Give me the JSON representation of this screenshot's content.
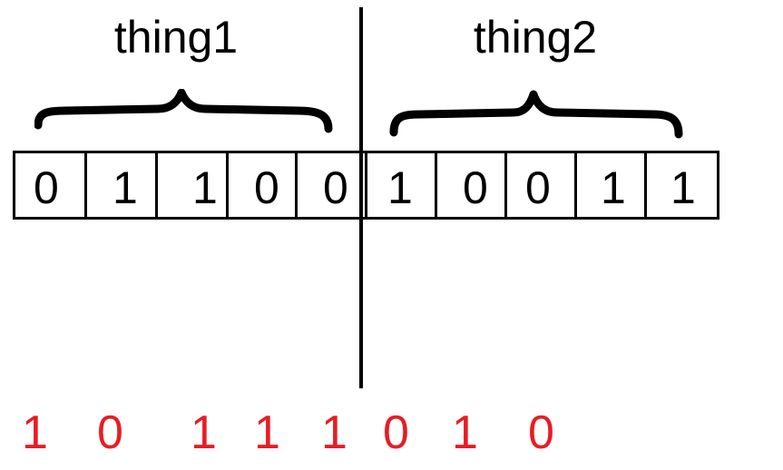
{
  "labels": {
    "left": "thing1",
    "right": "thing2"
  },
  "bits": [
    "0",
    "1",
    "1",
    "0",
    "0",
    "1",
    "0",
    "0",
    "1",
    "1"
  ],
  "red_bits": [
    "1",
    "0",
    "1",
    "1",
    "1",
    "0",
    "1",
    "0"
  ],
  "colors": {
    "ink": "#000000",
    "red": "#e81c24",
    "background": "#ffffff"
  }
}
